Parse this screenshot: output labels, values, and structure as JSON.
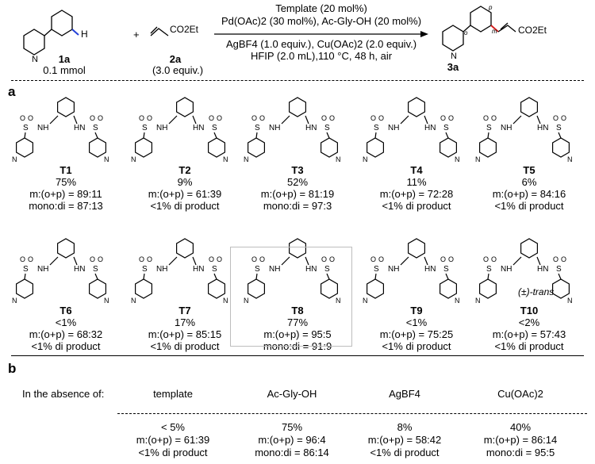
{
  "scheme": {
    "sm1_id": "1a",
    "sm1_amount": "0.1 mmol",
    "sm2_id": "2a",
    "sm2_amount": "(3.0 equiv.)",
    "sm2_group": "CO2Et",
    "plus": "+",
    "cond1": "Template (20 mol%)",
    "cond2": "Pd(OAc)2 (30 mol%), Ac-Gly-OH (20 mol%)",
    "cond3": "AgBF4 (1.0 equiv.), Cu(OAc)2 (2.0 equiv.)",
    "cond4": "HFIP (2.0 mL),110 °C, 48 h, air",
    "product_id": "3a",
    "product_group": "CO2Et",
    "pos_o": "o",
    "pos_m": "m",
    "pos_p": "p",
    "atom_h": "H",
    "atom_n": "N"
  },
  "panel_a_label": "a",
  "panel_b_label": "b",
  "templates": [
    {
      "id": "T1",
      "lines": [
        "75%",
        "m:(o+p) = 89:11",
        "mono:di = 87:13"
      ]
    },
    {
      "id": "T2",
      "lines": [
        "9%",
        "m:(o+p) = 61:39",
        "<1% di product"
      ]
    },
    {
      "id": "T3",
      "lines": [
        "52%",
        "m:(o+p) = 81:19",
        "mono:di = 97:3"
      ]
    },
    {
      "id": "T4",
      "lines": [
        "11%",
        "m:(o+p) = 72:28",
        "<1% di product"
      ]
    },
    {
      "id": "T5",
      "lines": [
        "6%",
        "m:(o+p) = 84:16",
        "<1% di product"
      ]
    },
    {
      "id": "T6",
      "lines": [
        "<1%",
        "m:(o+p) = 68:32",
        "<1% di product"
      ]
    },
    {
      "id": "T7",
      "lines": [
        "17%",
        "m:(o+p) = 85:15",
        "<1% di product"
      ]
    },
    {
      "id": "T8",
      "lines": [
        "77%",
        "m:(o+p) = 95:5",
        "mono:di = 91:9"
      ]
    },
    {
      "id": "T9",
      "lines": [
        "<1%",
        "m:(o+p) = 75:25",
        "<1% di product"
      ]
    },
    {
      "id": "T10",
      "lines": [
        "<2%",
        "m:(o+p) = 57:43",
        "<1% di product"
      ]
    }
  ],
  "structure_labels": {
    "so2nh": "NH",
    "nh": "NH",
    "hn": "HN",
    "n": "N",
    "s": "S",
    "o": "O",
    "trans": "(±)-trans"
  },
  "absence": {
    "header": "In the absence of:",
    "columns": [
      {
        "name": "template",
        "lines": [
          "< 5%",
          "m:(o+p) = 61:39",
          "<1% di product"
        ]
      },
      {
        "name": "Ac-Gly-OH",
        "lines": [
          "75%",
          "m:(o+p) = 96:4",
          "mono:di = 86:14"
        ]
      },
      {
        "name": "AgBF4",
        "lines": [
          "8%",
          "m:(o+p) = 58:42",
          "<1% di product"
        ]
      },
      {
        "name": "Cu(OAc)2",
        "lines": [
          "40%",
          "m:(o+p) = 86:14",
          "mono:di = 95:5"
        ]
      }
    ]
  }
}
